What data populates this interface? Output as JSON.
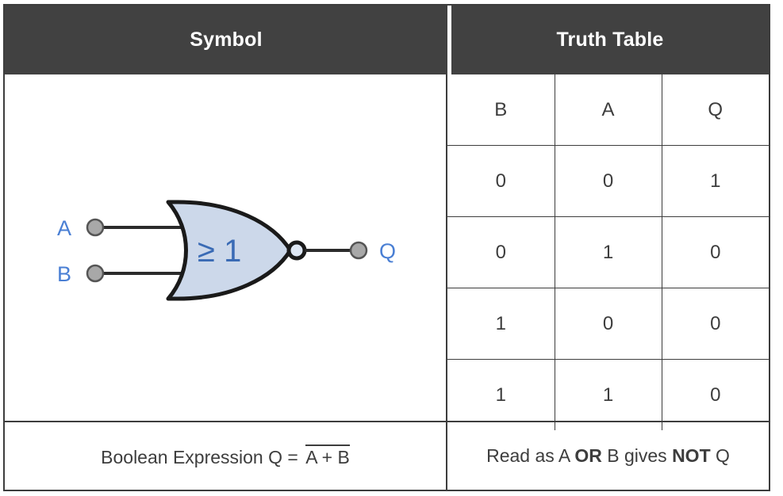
{
  "header": {
    "symbol_label": "Symbol",
    "truth_table_label": "Truth Table"
  },
  "symbol": {
    "gate_type": "NOR",
    "iec_notation": "≥ 1",
    "inputs": [
      {
        "label": "A"
      },
      {
        "label": "B"
      }
    ],
    "output": {
      "label": "Q"
    },
    "has_inversion_bubble": true,
    "colors": {
      "body_fill": "#ccd8ea",
      "outline": "#1a1a1a",
      "pin_fill": "#a8a8a8",
      "label_blue": "#4a7fd4",
      "notation_blue": "#3a6bb5",
      "bubble_fill": "#dde6f3"
    }
  },
  "truth_table": {
    "columns": [
      "B",
      "A",
      "Q"
    ],
    "rows": [
      [
        "0",
        "0",
        "1"
      ],
      [
        "0",
        "1",
        "0"
      ],
      [
        "1",
        "0",
        "0"
      ],
      [
        "1",
        "1",
        "0"
      ]
    ]
  },
  "footer": {
    "boolean_prefix": "Boolean Expression Q = ",
    "boolean_overbar_term": "A + B",
    "read_as": {
      "part1": "Read as A ",
      "bold1": "OR",
      "part2": " B gives ",
      "bold2": "NOT",
      "part3": " Q"
    }
  },
  "colors": {
    "header_bg": "#414141",
    "header_text": "#ffffff",
    "border": "#3d3d3d",
    "body_text": "#3d3d3d",
    "page_bg": "#ffffff"
  }
}
